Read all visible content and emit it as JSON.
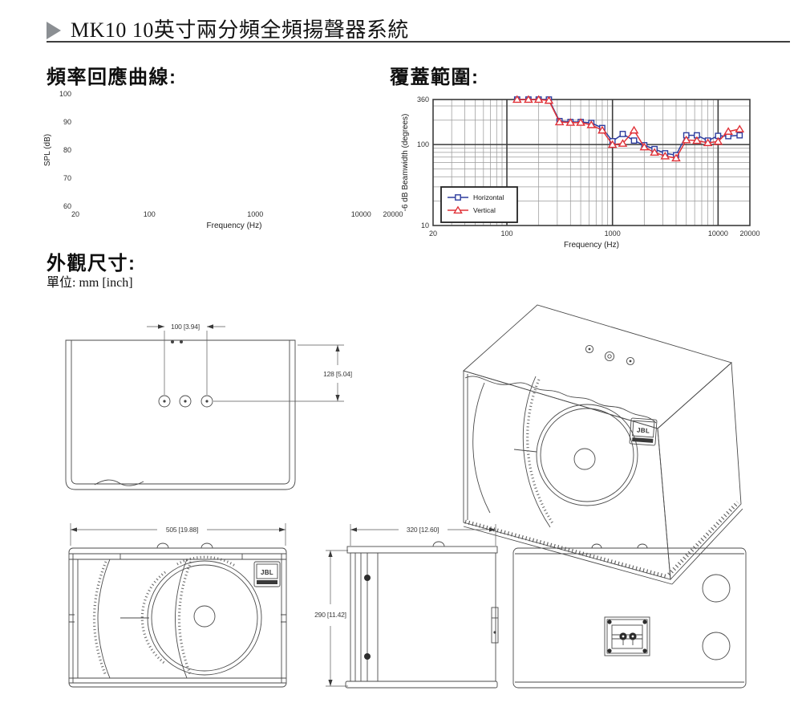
{
  "header": {
    "title": "MK10 10英寸兩分頻全頻揚聲器系統"
  },
  "sections": {
    "frequency_response_heading": "頻率回應曲線:",
    "coverage_heading": "覆蓋範圍:",
    "dimensions_heading": "外觀尺寸:",
    "dimensions_unit_note": "單位: mm [inch]"
  },
  "chart_data": [
    {
      "type": "line",
      "title": "頻率回應曲線 (Frequency Response)",
      "xlabel": "Frequency (Hz)",
      "ylabel": "SPL (dB)",
      "x_scale": "log",
      "y_scale": "linear",
      "xlim": [
        20,
        20000
      ],
      "ylim": [
        60,
        100
      ],
      "x_ticks": [
        20,
        100,
        1000,
        10000,
        20000
      ],
      "y_ticks": [
        100,
        90,
        80,
        70,
        60
      ],
      "grid": false,
      "frame": false,
      "series": []
    },
    {
      "type": "line",
      "title": "覆蓋範圍 (-6 dB Beamwidth)",
      "xlabel": "Frequency (Hz)",
      "ylabel": "-6 dB Beamwidth (degrees)",
      "x_scale": "log",
      "y_scale": "log",
      "xlim": [
        20,
        20000
      ],
      "ylim": [
        10,
        360
      ],
      "x_ticks": [
        20,
        100,
        1000,
        10000,
        20000
      ],
      "y_ticks": [
        360,
        100,
        10
      ],
      "grid": true,
      "frame": true,
      "legend_position": "bottom-left",
      "x": [
        125,
        160,
        200,
        250,
        315,
        400,
        500,
        630,
        800,
        1000,
        1250,
        1600,
        2000,
        2500,
        3150,
        4000,
        5000,
        6300,
        8000,
        10000,
        12500,
        16000
      ],
      "series": [
        {
          "name": "Horizontal",
          "color": "#2e3d9e",
          "marker": "square",
          "values": [
            360,
            360,
            360,
            360,
            195,
            190,
            190,
            185,
            160,
            110,
            135,
            112,
            98,
            88,
            78,
            74,
            130,
            130,
            112,
            128,
            127,
            130
          ]
        },
        {
          "name": "Vertical",
          "color": "#e03238",
          "marker": "triangle",
          "values": [
            360,
            360,
            360,
            350,
            190,
            187,
            187,
            175,
            150,
            100,
            103,
            150,
            93,
            80,
            72,
            68,
            114,
            112,
            105,
            109,
            145,
            155
          ]
        }
      ]
    }
  ],
  "drawings": {
    "logo": "JBL",
    "top_view": {
      "width_dim": "100 [3.94]",
      "height_dim": "128 [5.04]"
    },
    "front_view": {
      "width_dim": "505 [19.88]"
    },
    "side_view": {
      "width_dim": "320 [12.60]",
      "height_dim": "290 [11.42]"
    }
  }
}
